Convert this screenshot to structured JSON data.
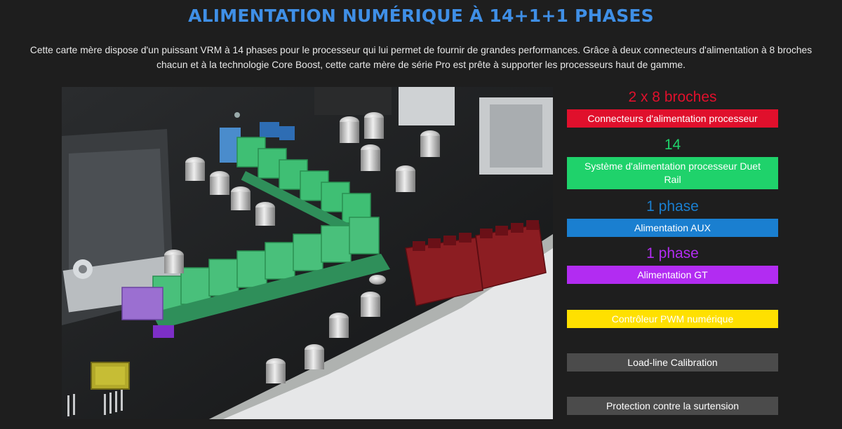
{
  "header": {
    "title": "ALIMENTATION NUMÉRIQUE À 14+1+1 PHASES",
    "intro": "Cette carte mère dispose d'un puissant VRM à 14 phases pour le processeur qui lui permet de fournir de grandes performances. Grâce à deux connecteurs d'alimentation à 8 broches chacun et à la technologie Core Boost, cette carte mère de série Pro est prête à supporter les processeurs haut de gamme."
  },
  "legend": {
    "cpu_connectors": {
      "value": "2 x 8 broches",
      "label": "Connecteurs d'alimentation processeur",
      "color": "#e0102c"
    },
    "duet_rail": {
      "value": "14",
      "label": "Système d'alimentation processeur Duet Rail",
      "color": "#1fd26b"
    },
    "aux": {
      "value": "1 phase",
      "label": "Alimentation AUX",
      "color": "#1a7fd0"
    },
    "gt": {
      "value": "1 phase",
      "label": "Alimentation GT",
      "color": "#b22cf2"
    },
    "pwm": {
      "label": "Contrôleur PWM numérique",
      "color": "#ffe000"
    },
    "llc": {
      "label": "Load-line Calibration",
      "color": "#4b4b4b"
    },
    "ovp": {
      "label": "Protection contre la surtension",
      "color": "#4b4b4b"
    }
  },
  "image": {
    "subject": "motherboard-vrm-illustration"
  }
}
